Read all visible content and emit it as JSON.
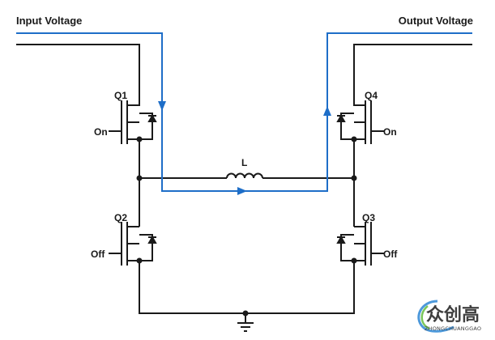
{
  "labels": {
    "input": "Input Voltage",
    "output": "Output Voltage",
    "q1": "Q1",
    "q2": "Q2",
    "q3": "Q3",
    "q4": "Q4",
    "q1_state": "On",
    "q2_state": "Off",
    "q3_state": "Off",
    "q4_state": "On",
    "inductor": "L"
  },
  "watermark": {
    "title": "众创高",
    "subtitle": "ZHONGCHUANGGAO"
  },
  "colors": {
    "wire": "#1a1a1a",
    "current_path": "#1e6ec8"
  }
}
